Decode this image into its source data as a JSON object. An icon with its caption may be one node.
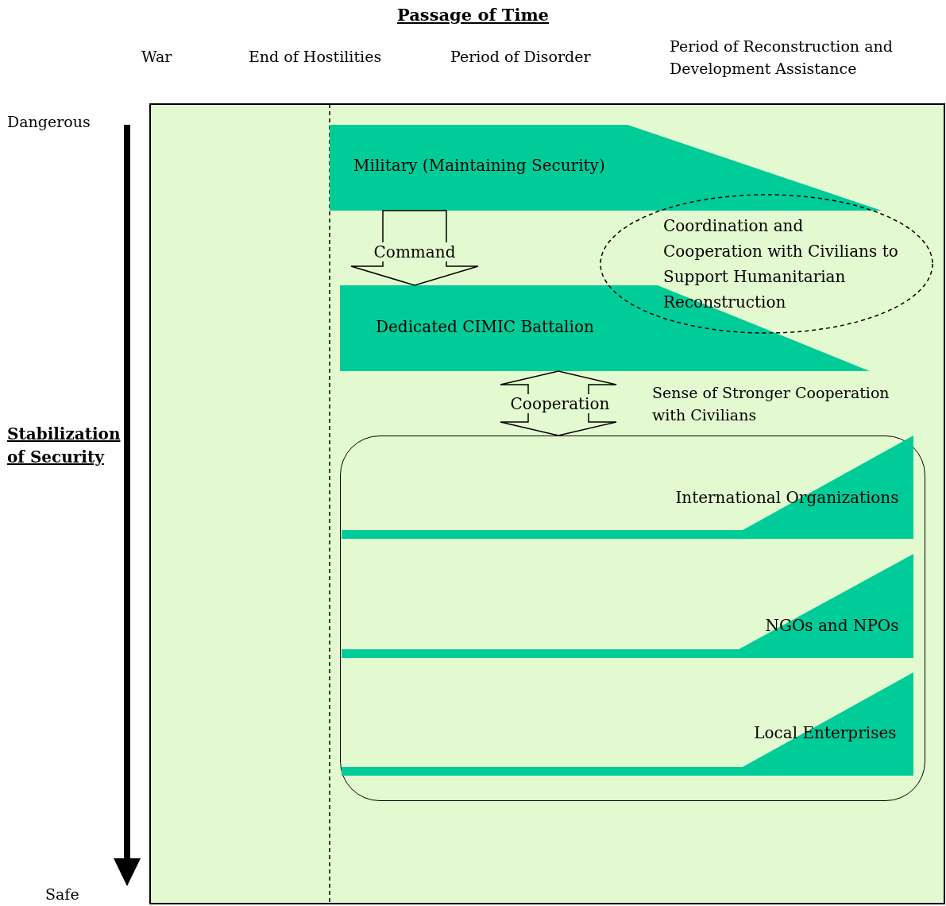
{
  "diagram": {
    "title": "Passage of Time",
    "nodes": [
      {
        "text": [
          "Military (Maintaining Security)"
        ]
      },
      {
        "text": [
          "Dedicated CIMIC Battalion"
        ]
      },
      {
        "text": [
          "Coordination and Cooperation with Civilians to Support Humanitarian Reconstruction"
        ]
      },
      {
        "text": [],
        "shape": "box"
      },
      {
        "text": [
          "International Organizations"
        ],
        "in": 3
      },
      {
        "text": [
          "NGOs and NPOs"
        ],
        "in": 3
      },
      {
        "text": [
          "Local Enterprises"
        ],
        "in": 3
      }
    ],
    "edges": [
      {
        "from": 0,
        "to": 1,
        "arrow": "to",
        "label": "Command"
      },
      {
        "from": 1,
        "to": 3,
        "arrow": "both",
        "label": "Cooperation"
      }
    ],
    "labels": [
      "War",
      "End of Hostilities",
      "Period of Disorder",
      "Period of Reconstruction and Development Assistance",
      "Dangerous",
      "Sense of Stronger Cooperation with Civilians",
      "Stabilization of Security",
      "Safe"
    ]
  }
}
